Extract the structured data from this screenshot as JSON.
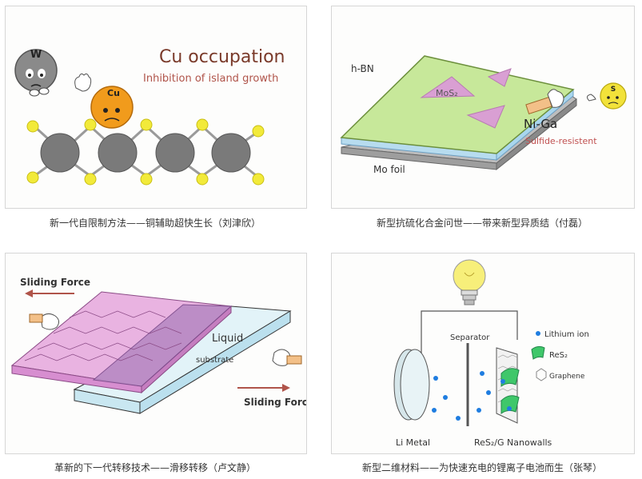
{
  "panels": [
    {
      "caption": "新一代自限制方法——铜辅助超快生长（刘津欣）",
      "title": "Cu occupation",
      "subtitle": "Inhibition of island growth",
      "w_label": "W",
      "cu_label": "Cu"
    },
    {
      "caption": "新型抗硫化合金问世——带来新型异质结（付磊）",
      "hbn": "h-BN",
      "mos2": "MoS₂",
      "niga": "Ni-Ga",
      "sulfide": "Sulfide-resistent",
      "mofoil": "Mo foil",
      "s_label": "S"
    },
    {
      "caption": "革新的下一代转移技术——滑移转移（卢文静）",
      "force_top": "Sliding Force",
      "liquid": "Liquid",
      "substrate": "substrate",
      "force_bottom": "Sliding Force"
    },
    {
      "caption": "新型二维材料——为快速充电的锂离子电池而生（张琴）",
      "separator": "Separator",
      "lithium": "Lithium ion",
      "res2": "ReS₂",
      "graphene": "Graphene",
      "limetal": "Li Metal",
      "nanowalls": "ReS₂/G Nanowalls"
    }
  ]
}
